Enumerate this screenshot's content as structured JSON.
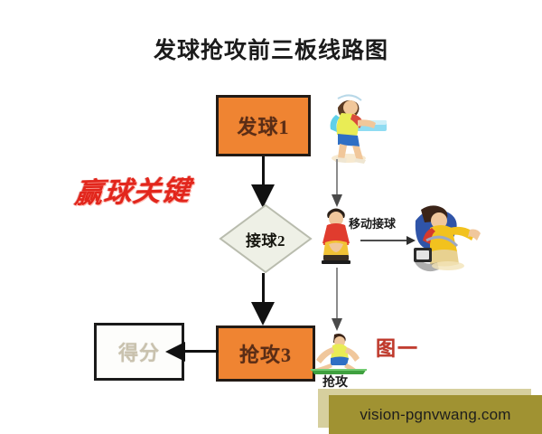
{
  "title": "发球抢攻前三板线路图",
  "flow": {
    "serve_box": {
      "label": "发球1",
      "fill": "#ef8432",
      "border": "#231b15"
    },
    "receive_diamond": {
      "label": "接球2",
      "fill": "#eef0e6",
      "border": "#b9bcae"
    },
    "attack_box": {
      "label": "抢攻3",
      "fill": "#ef8432",
      "border": "#231b15"
    },
    "score_box": {
      "label": "得分",
      "fill": "#fdfdfb",
      "border": "#1a1a1a"
    }
  },
  "slogan": {
    "text": "赢球关键",
    "color": "#e2261c"
  },
  "annotations": {
    "move_receive": "移动接球",
    "attack_caption": "抢攻",
    "figure_number": "图一"
  },
  "watermark": {
    "text": "vision-pgnvwang.com",
    "background": "#a09232"
  },
  "figures": {
    "server": {
      "name": "table-tennis-server",
      "shirt": "#f2e64a",
      "shorts": "#2f6fc4",
      "racket": "#7fd4ef"
    },
    "receiver": {
      "name": "table-tennis-receiver",
      "shirt": "#e03c2e",
      "shorts": "#f2c335"
    },
    "mover": {
      "name": "table-tennis-mover",
      "shirt": "#f2c21e",
      "accent": "#2f54a8"
    },
    "attacker": {
      "name": "table-tennis-attacker",
      "shirt": "#f2e64a",
      "shorts": "#2f6fc4",
      "floor": "#3fa03f"
    }
  }
}
